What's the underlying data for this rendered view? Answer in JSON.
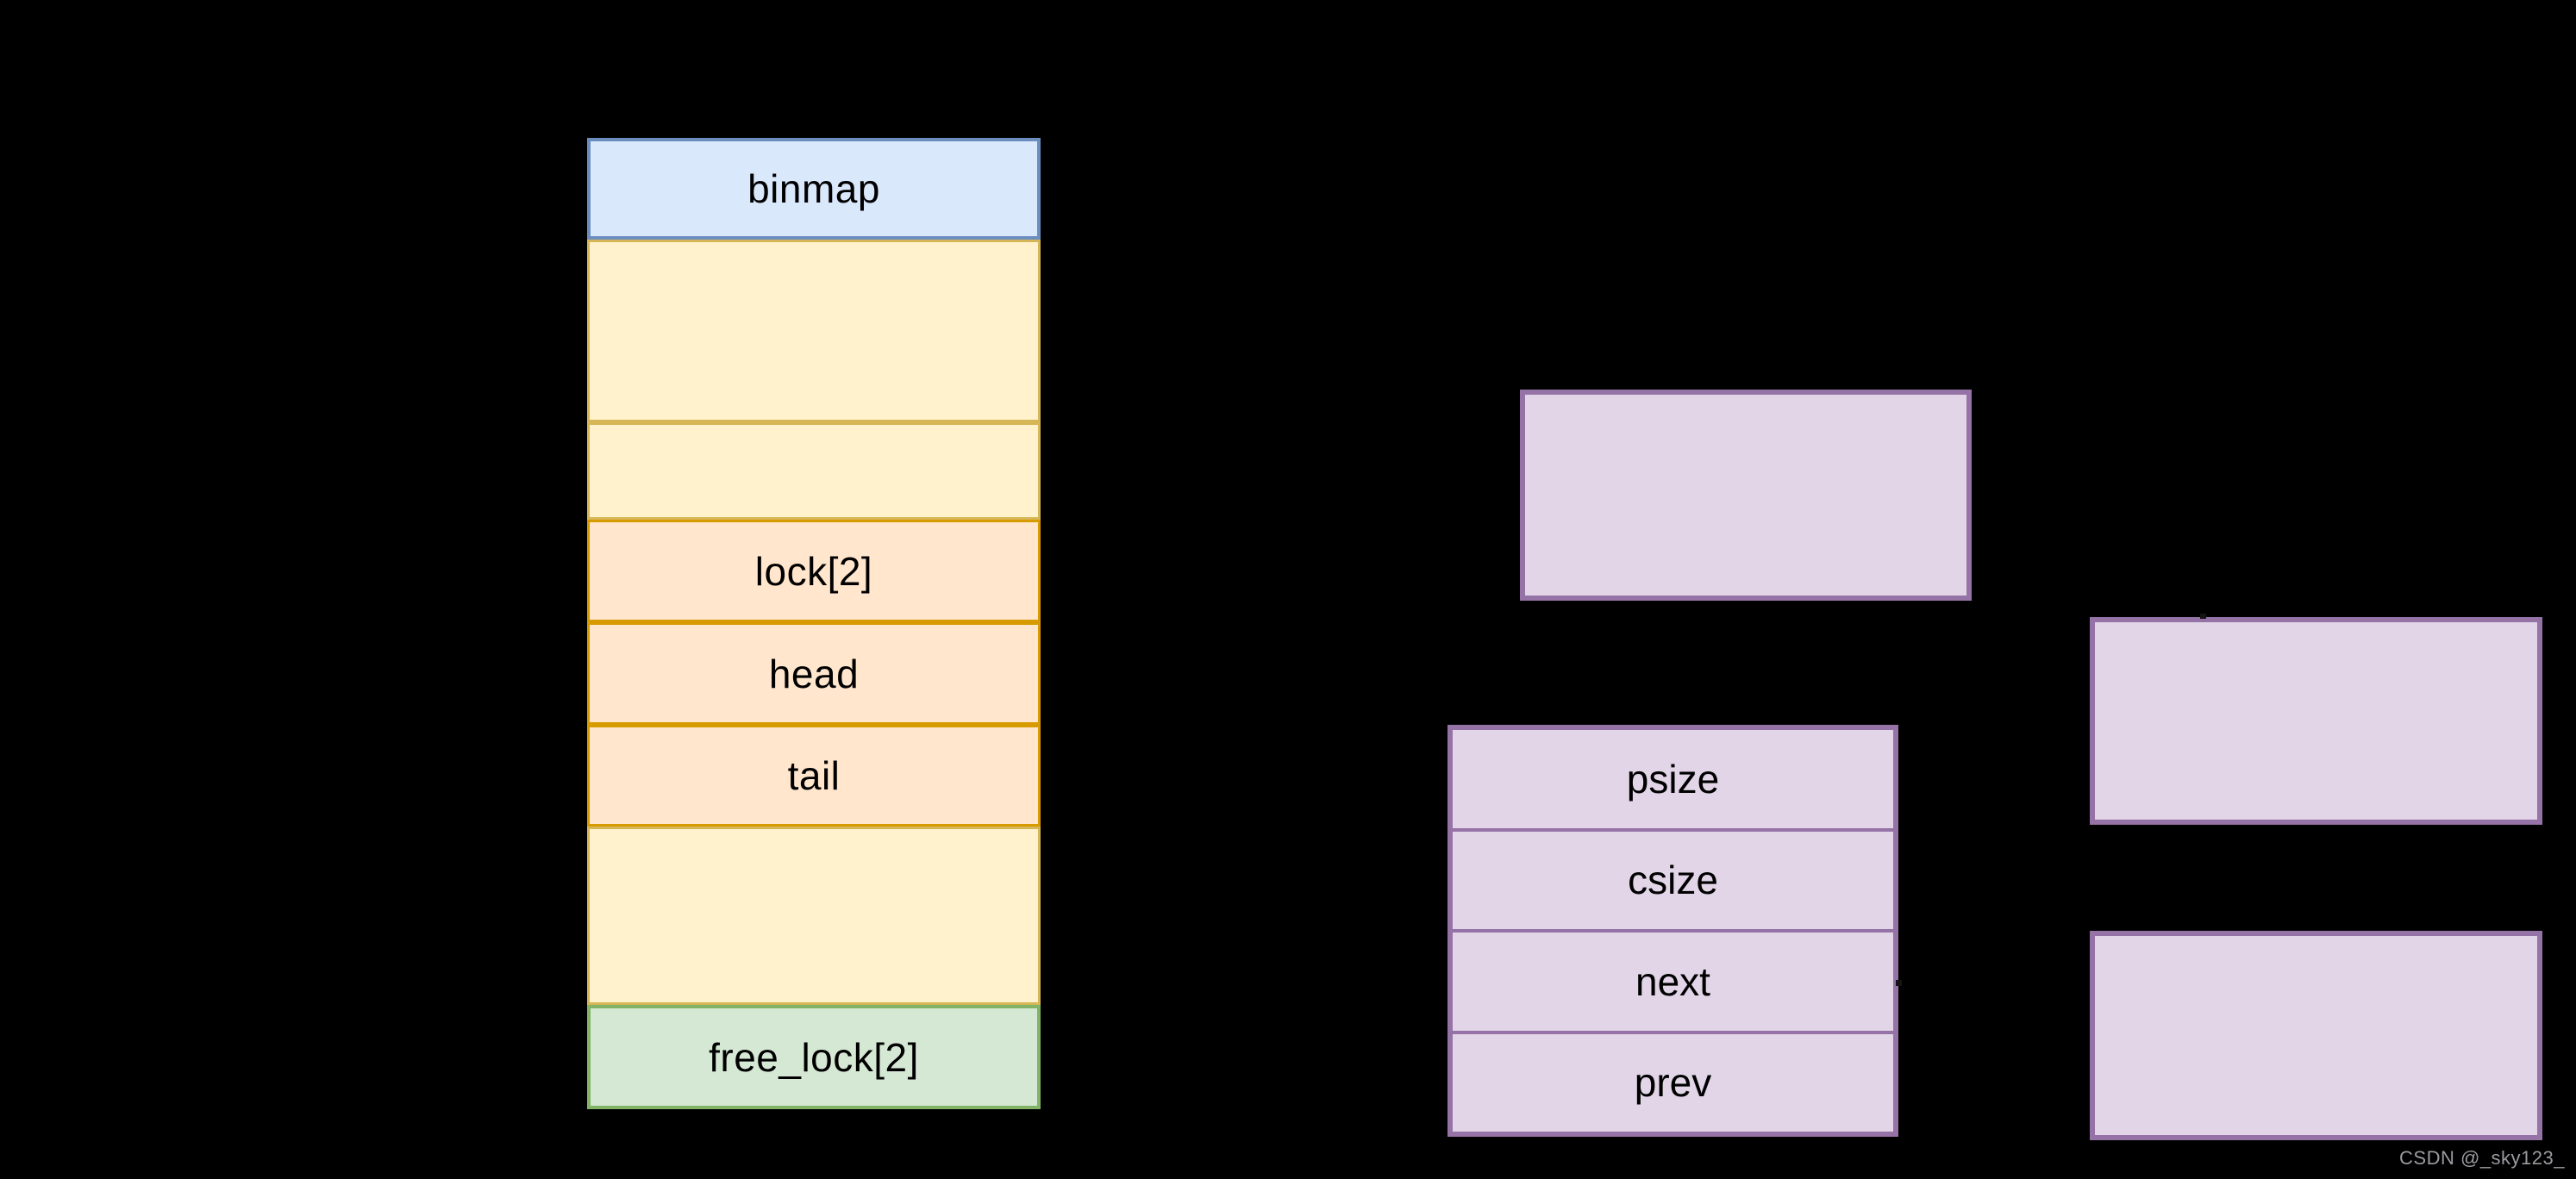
{
  "page": {
    "background_color": "#000000"
  },
  "palette": {
    "blue_fill": "#dae8fc",
    "blue_border": "#6c8ebf",
    "yellow_fill": "#fff2cc",
    "yellow_border": "#d6b656",
    "orange_fill": "#ffe6cc",
    "orange_border": "#d79b00",
    "green_fill": "#d5e8d4",
    "green_border": "#82b366",
    "purple_fill": "#e1d5e7",
    "purple_border": "#9673a6",
    "label_text_color": "#000000",
    "watermark_color": "#9b9ba1"
  },
  "mal_struct_table": {
    "rows": [
      {
        "label": "binmap",
        "color": "blue"
      },
      {
        "label": "",
        "color": "yellow"
      },
      {
        "label": "",
        "color": "yellow"
      },
      {
        "label": "lock[2]",
        "color": "orange"
      },
      {
        "label": "head",
        "color": "orange"
      },
      {
        "label": "tail",
        "color": "orange"
      },
      {
        "label": "",
        "color": "yellow"
      },
      {
        "label": "free_lock[2]",
        "color": "green"
      }
    ]
  },
  "chunk_struct_table": {
    "rows": [
      {
        "label": "psize"
      },
      {
        "label": "csize"
      },
      {
        "label": "next"
      },
      {
        "label": "prev"
      }
    ]
  },
  "empty_boxes": [
    {
      "label": ""
    },
    {
      "label": ""
    },
    {
      "label": ""
    }
  ],
  "watermark": {
    "text": "CSDN @_sky123_"
  }
}
